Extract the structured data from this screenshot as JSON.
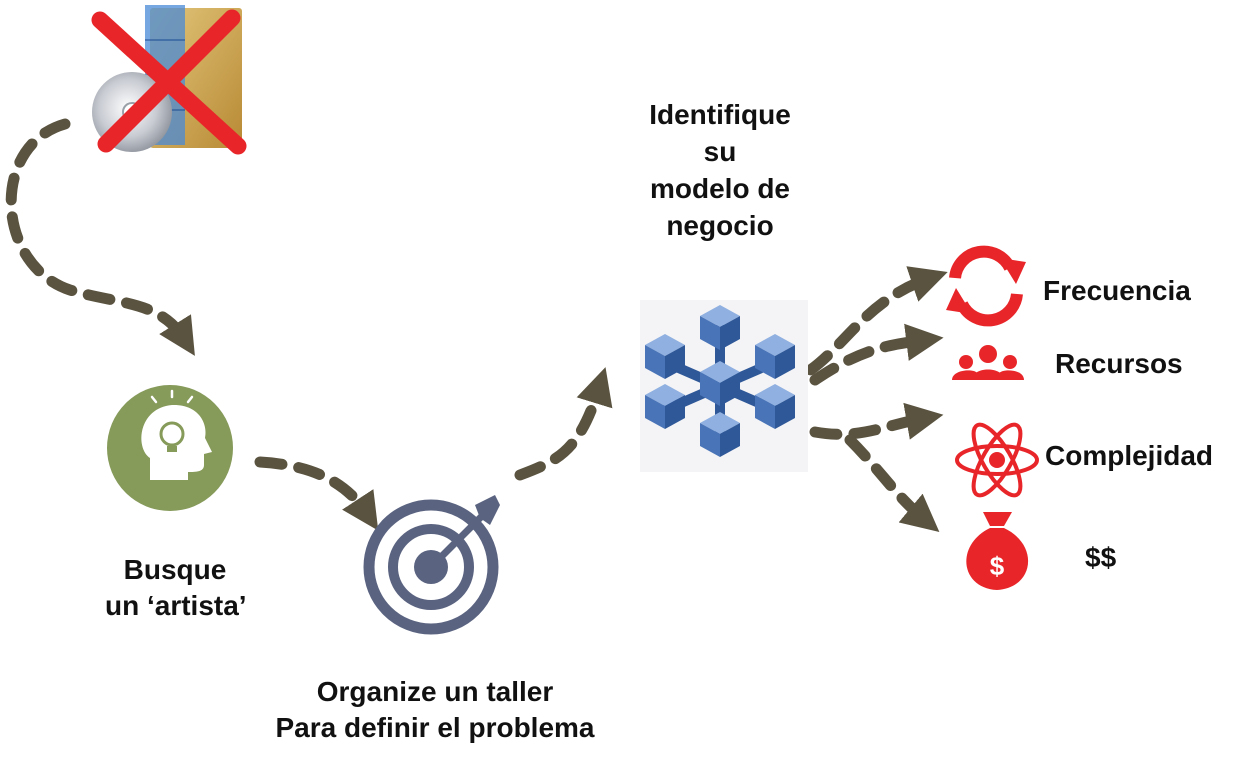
{
  "labels": {
    "artist_line1": "Busque",
    "artist_line2": "un ‘artista’",
    "workshop_line1": "Organize un taller",
    "workshop_line2": "Para definir el problema",
    "model_line1": "Identifique",
    "model_line2": "su",
    "model_line3": "modelo de",
    "model_line4": "negocio",
    "frequency": "Frecuencia",
    "resources": "Recursos",
    "complexity": "Complejidad",
    "money": "$$"
  },
  "icons": {
    "software_box_crossed": "software-box-crossed-icon",
    "idea_head": "idea-head-icon",
    "target": "target-icon",
    "business_model": "cube-network-icon",
    "frequency": "refresh-icon",
    "resources": "people-group-icon",
    "complexity": "atom-icon",
    "money": "money-bag-icon"
  },
  "colors": {
    "arrow": "#5a5340",
    "accent_red": "#e8262a",
    "idea_circle": "#869a5a",
    "target": "#5a6380",
    "cube_blue": "#4a74b8"
  }
}
